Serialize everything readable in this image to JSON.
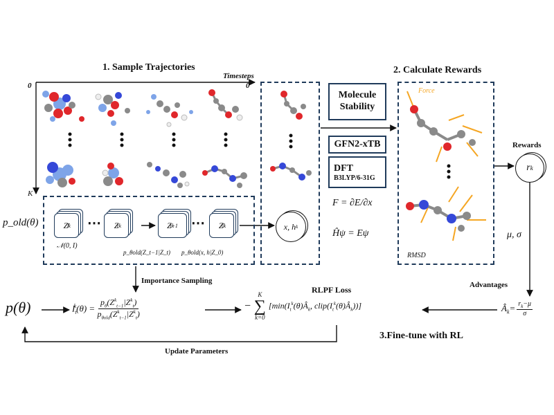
{
  "sections": {
    "sample": "1. Sample Trajectories",
    "rewards": "2. Calculate  Rewards",
    "finetune": "3.Fine-tune with RL"
  },
  "axes": {
    "timesteps": "Timesteps",
    "origin": "0",
    "end_zero": "0",
    "k_axis": "K"
  },
  "stability_box": "Molecule Stability",
  "gfn_box": "GFN2-xTB",
  "dft_box": {
    "title": "DFT",
    "basis": "B3LYP/6-31G"
  },
  "force_label": "Force",
  "rmsd_label": "RMSD",
  "rewards_label": "Rewards",
  "mu_sigma": "μ, σ",
  "advantages_label": "Advantages",
  "importance_sampling": "Importance Sampling",
  "rlpf_loss": "RLPF Loss",
  "update_parameters": "Update Parameters",
  "p_old": "p_old(θ)",
  "p_theta": "p(θ)",
  "dots": "⋯",
  "chain": {
    "z_T": "Z",
    "z_t": "Z",
    "z_t1": "Z",
    "z_0": "Z",
    "normal": "𝒩(0, I)",
    "trans": "p_θold(Z_t−1|Z_t)",
    "final": "p_θold(x, h|Z_0)"
  },
  "output_circle": "x, h",
  "equations": {
    "force": "F = ∂E/∂x",
    "schrodinger": "Ĥψ = Eψ"
  },
  "reward_symbol": "r",
  "colors": {
    "frame": "#1f3a5a",
    "force_arrow": "#f5a623",
    "oxygen": "#e0272b",
    "nitrogen": "#3548d8",
    "carbon": "#8a8a8a",
    "hydrogen": "#f2f2f2",
    "blue_cloud": "#7ea4e8"
  }
}
